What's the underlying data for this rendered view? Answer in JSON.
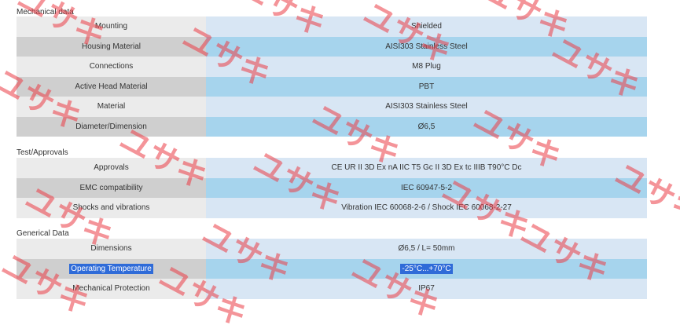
{
  "sections": [
    {
      "title": "Mechanical data",
      "rows": [
        {
          "label": "Mounting",
          "value": "Shielded"
        },
        {
          "label": "Housing Material",
          "value": "AISI303 Stainless Steel"
        },
        {
          "label": "Connections",
          "value": "M8 Plug"
        },
        {
          "label": "Active Head Material",
          "value": "PBT"
        },
        {
          "label": "Material",
          "value": "AISI303 Stainless Steel"
        },
        {
          "label": "Diameter/Dimension",
          "value": "Ø6,5"
        }
      ]
    },
    {
      "title": "Test/Approvals",
      "rows": [
        {
          "label": "Approvals",
          "value": "CE UR II 3D Ex nA IIC T5 Gc II 3D Ex tc IIIB T90°C Dc"
        },
        {
          "label": "EMC compatibility",
          "value": "IEC 60947-5-2"
        },
        {
          "label": "Shocks and vibrations",
          "value": "Vibration IEC 60068-2-6 / Shock IEC 60068-2-27"
        }
      ]
    },
    {
      "title": "Generical Data",
      "rows": [
        {
          "label": "Dimensions",
          "value": "Ø6,5 / L= 50mm"
        },
        {
          "label": "Operating Temperature",
          "value": "-25°C...+70°C"
        },
        {
          "label": "Mechanical Protection",
          "value": "IP67"
        }
      ]
    }
  ],
  "watermark": {
    "text": "ユサキ",
    "color": "#eb3c46"
  },
  "colors": {
    "label_light": "#ebebeb",
    "label_dark": "#cfcfcf",
    "value_light": "#d8e6f4",
    "value_dark": "#a6d4ed",
    "selection": "#2f6bd8"
  }
}
